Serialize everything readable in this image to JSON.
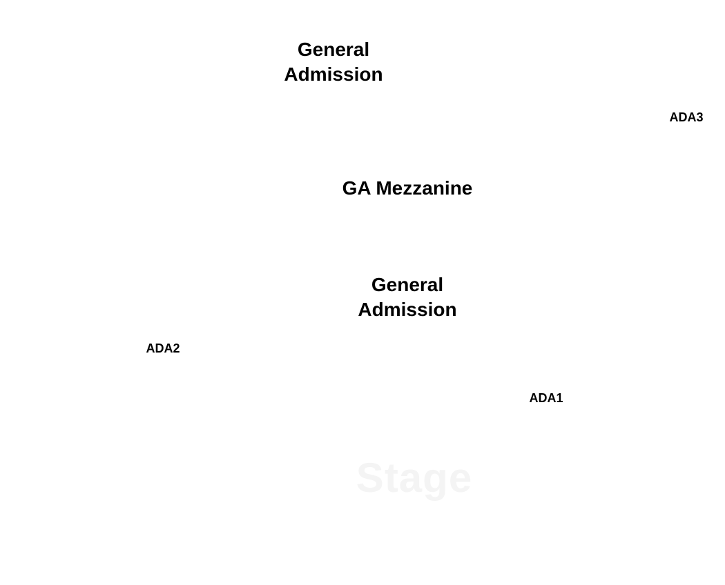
{
  "map": {
    "sections": {
      "ga_top": {
        "line1": "General",
        "line2": "Admission"
      },
      "ga_mezzanine": {
        "label": "GA Mezzanine"
      },
      "ga_center": {
        "line1": "General",
        "line2": "Admission"
      },
      "ada3": {
        "label": "ADA3"
      },
      "ada2": {
        "label": "ADA2"
      },
      "ada1": {
        "label": "ADA1"
      }
    },
    "stage": {
      "label": "Stage"
    }
  },
  "colors": {
    "background": "#ffffff",
    "label_text": "#000000",
    "stage_text": "#f4f4f4"
  }
}
